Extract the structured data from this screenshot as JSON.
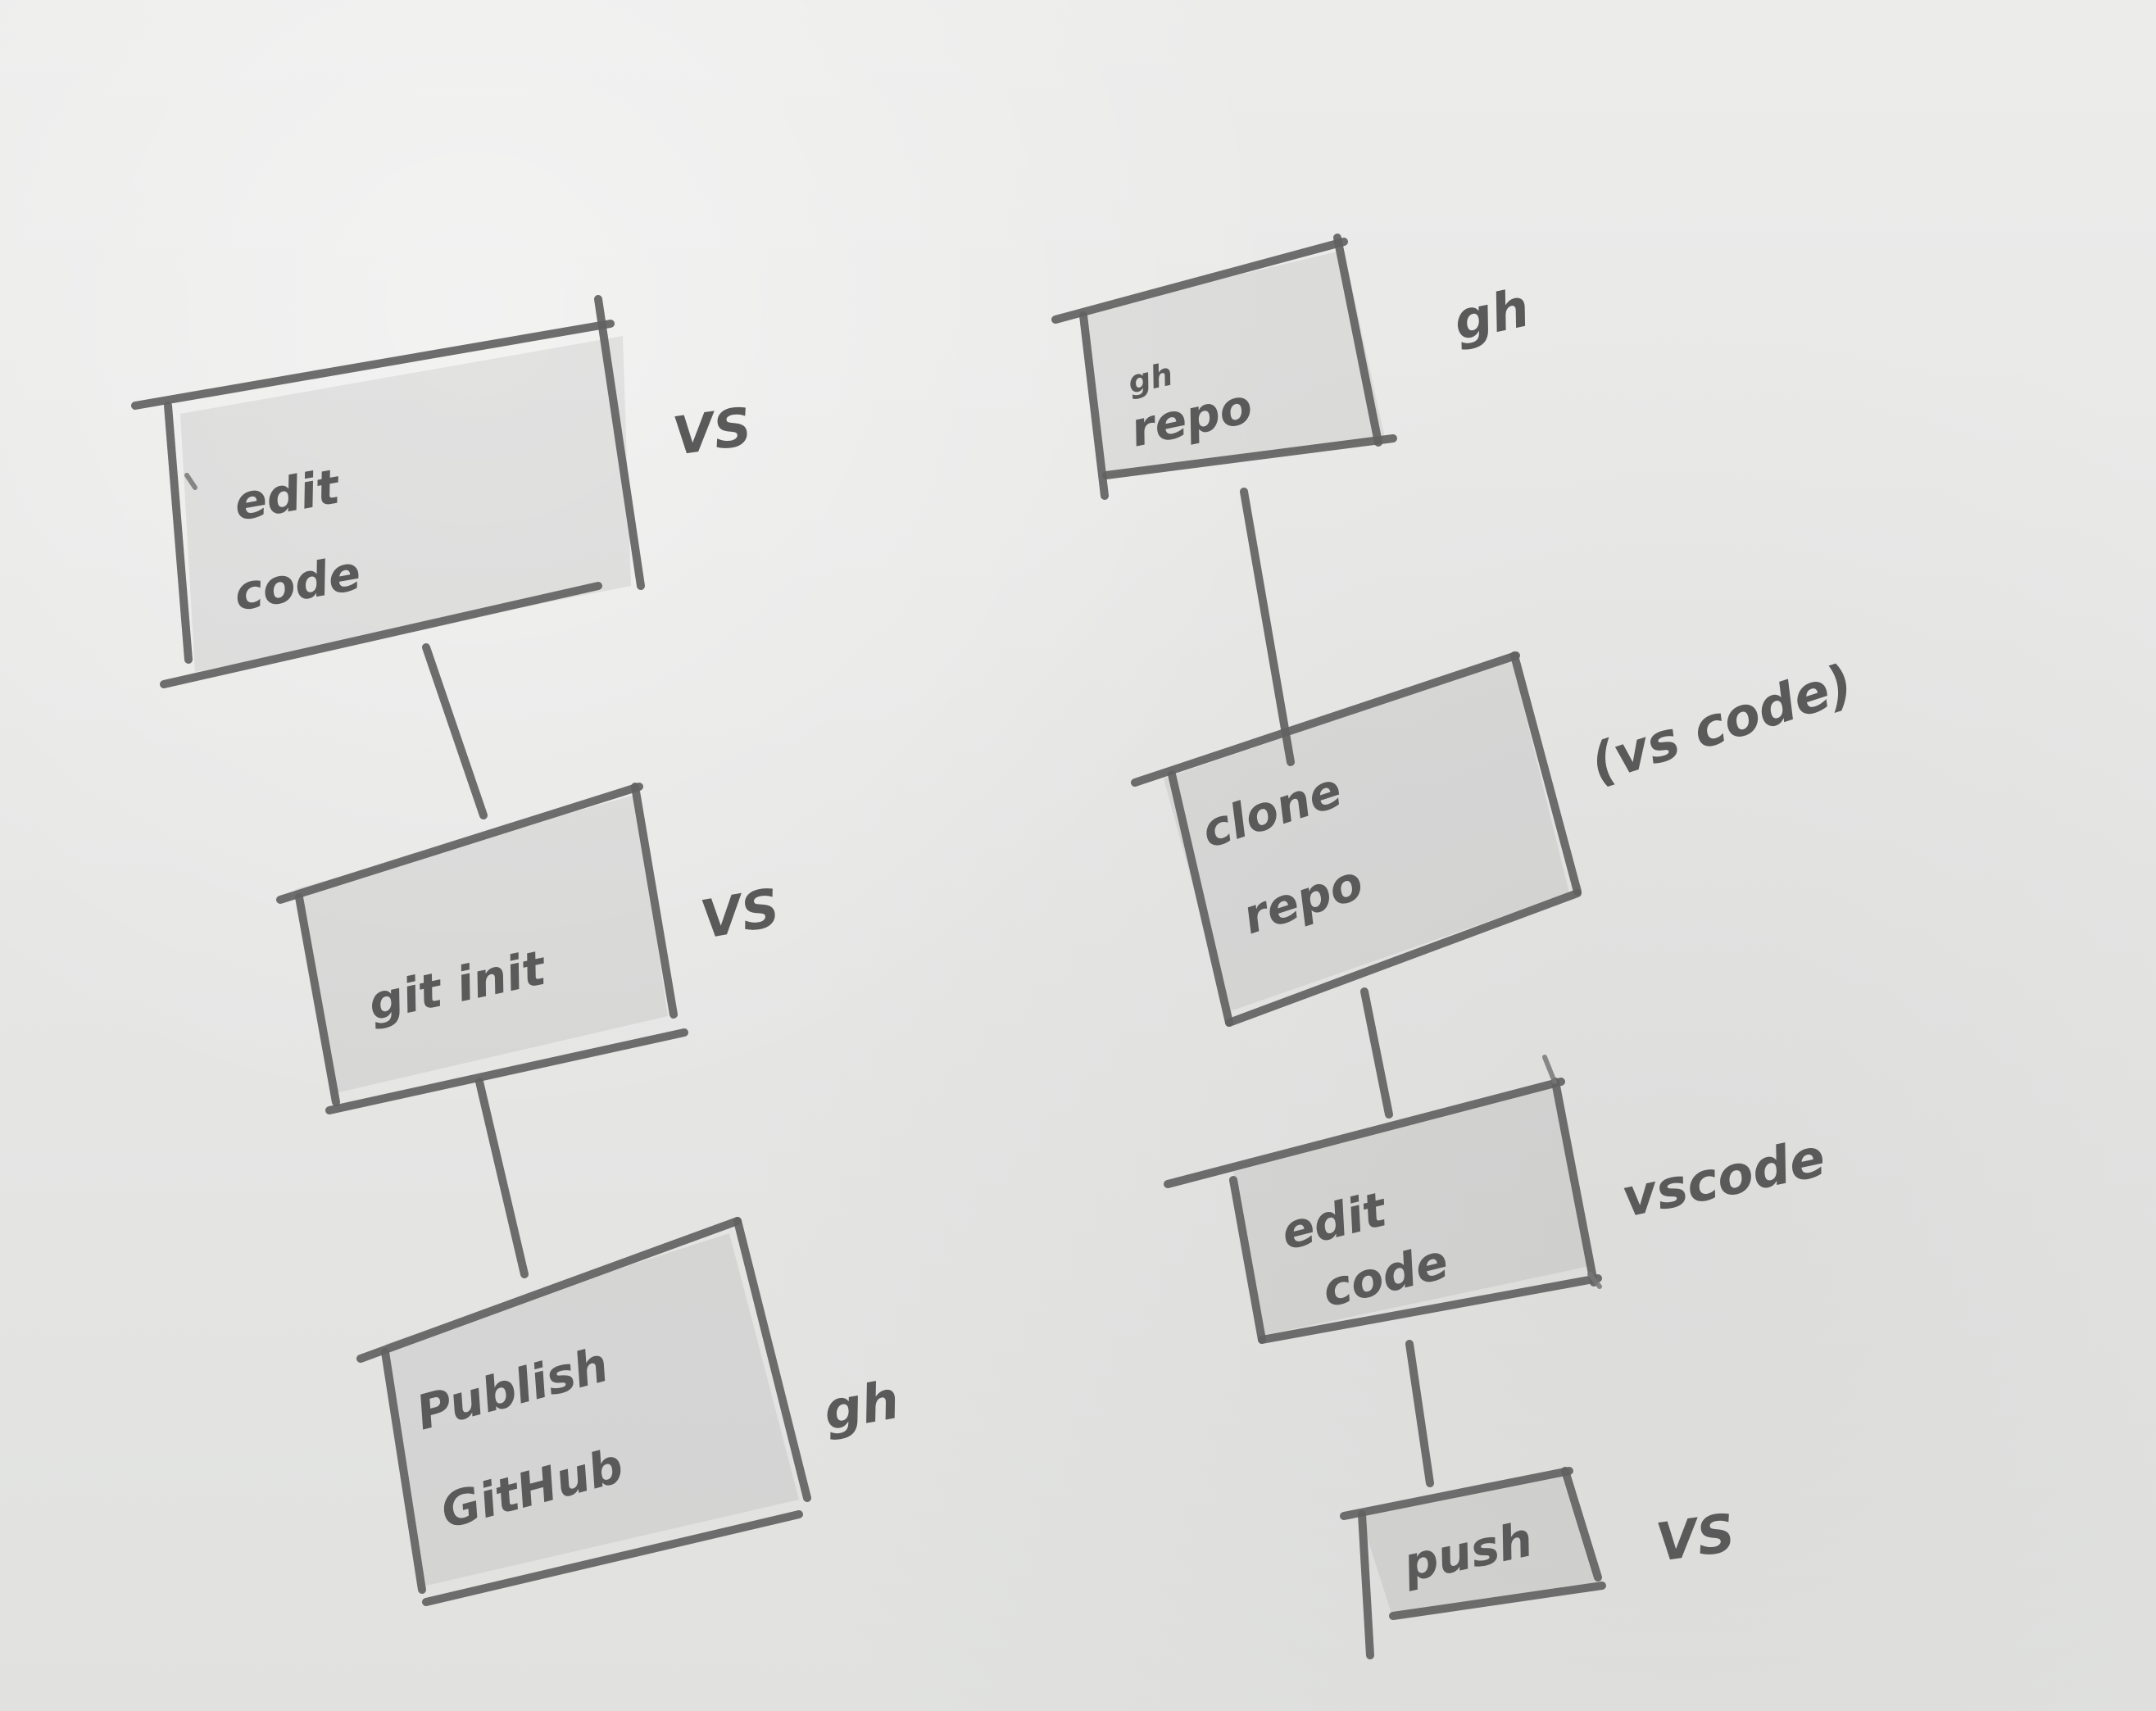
{
  "diagram": {
    "left_flow": [
      {
        "lines": [
          "edit",
          "code"
        ],
        "side_label": "VS"
      },
      {
        "lines": [
          "git init"
        ],
        "side_label": "VS"
      },
      {
        "lines": [
          "Publish",
          "GitHub"
        ],
        "side_label": "gh"
      }
    ],
    "right_flow": [
      {
        "lines": [
          "gh",
          "repo"
        ],
        "side_label": "gh"
      },
      {
        "lines": [
          "clone",
          "repo"
        ],
        "side_label": "(vs code)"
      },
      {
        "lines": [
          "edit",
          "code"
        ],
        "side_label": "vscode"
      },
      {
        "lines": [
          "push"
        ],
        "side_label": "VS"
      }
    ]
  }
}
